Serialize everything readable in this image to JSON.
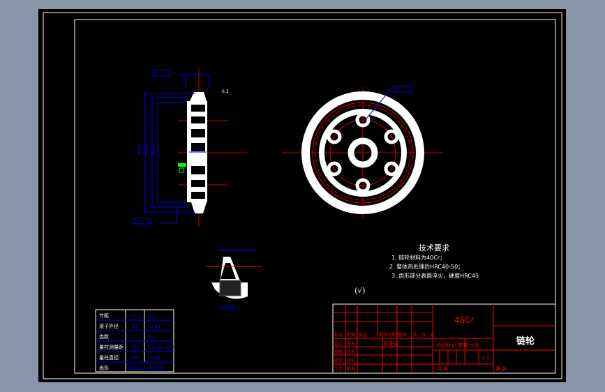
{
  "tech_requirements": {
    "title": "技术要求",
    "items": [
      "1. 链轮材料为40Cr；",
      "2. 整体热处理后HRC40-50；",
      "3. 齿形部分表面淬火，硬度HRC45"
    ]
  },
  "roughness_note": "(√)",
  "param_table": {
    "rows": [
      {
        "name": "节距",
        "symbol": "p",
        "value": "25.4"
      },
      {
        "name": "滚子外径",
        "symbol": "d1",
        "value": "15.88"
      },
      {
        "name": "齿数",
        "symbol": "z",
        "value": "38"
      },
      {
        "name": "量柱测量距",
        "symbol": "MR",
        "value": "155.88 -0.25"
      },
      {
        "name": "量柱直径",
        "symbol": "dR",
        "value": "15.88"
      },
      {
        "name": "齿形",
        "symbol": "",
        "value": "按GB1244-85制造"
      }
    ]
  },
  "title_block": {
    "material": "45Cr",
    "part_name": "链轮",
    "header_row": [
      "标记",
      "处数",
      "分区",
      "更改文件号",
      "签名",
      "年、月、日"
    ],
    "row_labels": [
      "设计",
      "审核",
      "审定",
      "工艺"
    ],
    "row_labels2": [
      "签名",
      "签名",
      "签名",
      "批准"
    ],
    "standardize": "标准化",
    "stage_labels": "阶段标记  重量  比例",
    "scale": "1:1",
    "sheets": "共   张",
    "sheet_no": "第   张"
  },
  "dimensions": {
    "d1": "Φ200",
    "d2": "Φ180",
    "d3": "Φ181",
    "width": "14",
    "rough": "6.3",
    "bottom": "14.9"
  },
  "colors": {
    "background": "#8996a8",
    "sheet": "#000000",
    "outline": "#ffffff",
    "center": "#ff0000",
    "dim": "#0000ff",
    "title_block": "#ff0000"
  }
}
